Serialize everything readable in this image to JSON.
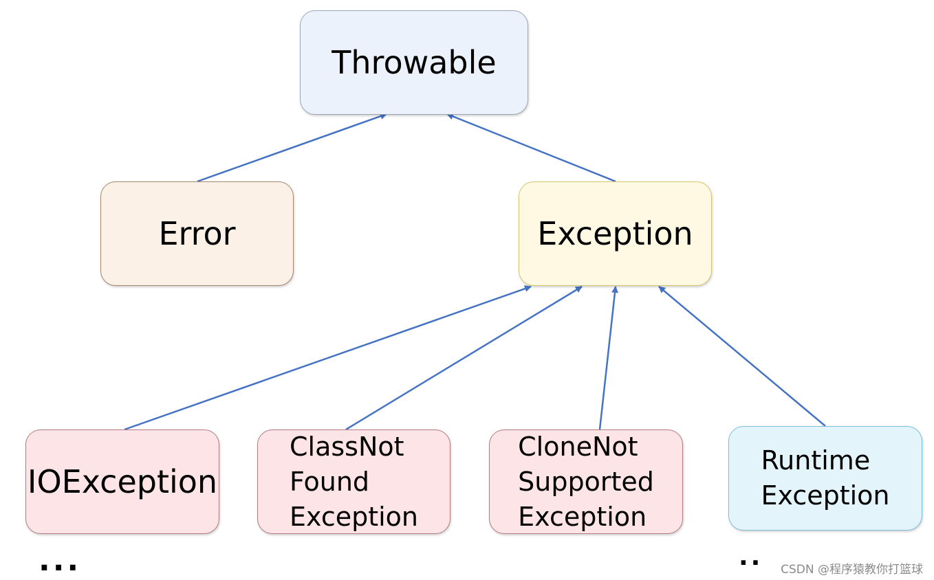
{
  "diagram": {
    "nodes": [
      {
        "id": "throwable",
        "label": "Throwable"
      },
      {
        "id": "error",
        "label": "Error"
      },
      {
        "id": "exception",
        "label": "Exception"
      },
      {
        "id": "ioexception",
        "label": "IOException"
      },
      {
        "id": "classnotfound",
        "label": "ClassNot\n Found\nException"
      },
      {
        "id": "clonenotsupported",
        "label": "CloneNot\nSupported\nException"
      },
      {
        "id": "runtime",
        "label": "Runtime\nException"
      }
    ],
    "edges": [
      {
        "from": "error",
        "to": "throwable"
      },
      {
        "from": "exception",
        "to": "throwable"
      },
      {
        "from": "ioexception",
        "to": "exception"
      },
      {
        "from": "classnotfound",
        "to": "exception"
      },
      {
        "from": "clonenotsupported",
        "to": "exception"
      },
      {
        "from": "runtime",
        "to": "exception"
      }
    ],
    "arrow_color": "#4472c4",
    "ellipsis_left": "...",
    "ellipsis_right": ".."
  },
  "watermark": "CSDN @程序猿教你打篮球"
}
